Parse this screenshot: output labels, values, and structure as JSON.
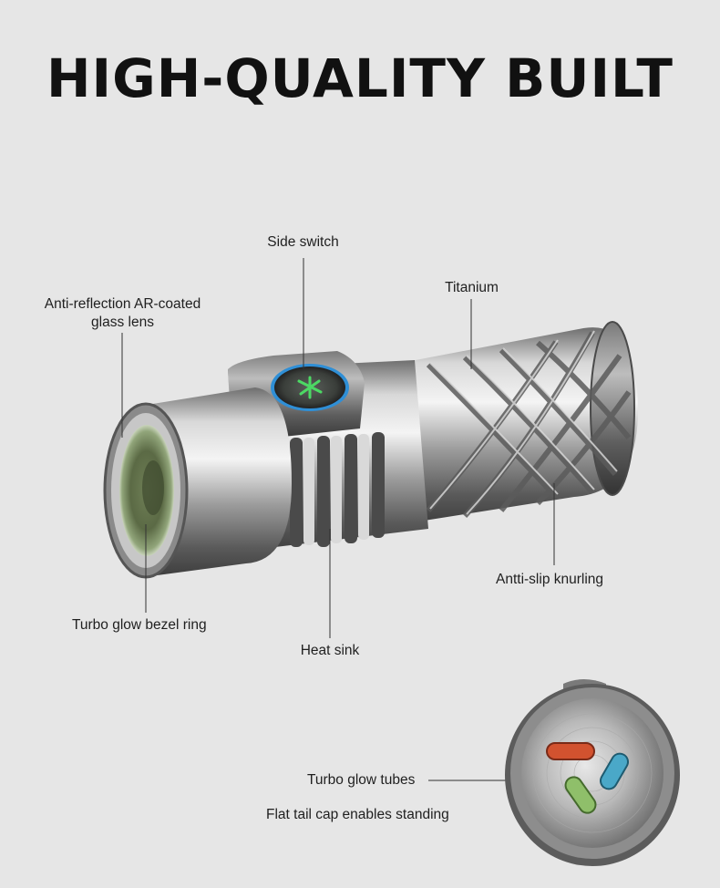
{
  "title": "HIGH-QUALITY BUILT",
  "callouts": {
    "side_switch": "Side switch",
    "titanium": "Titanium",
    "lens_line1": "Anti-reflection AR-coated",
    "lens_line2": "glass lens",
    "knurling": "Antti-slip knurling",
    "bezel": "Turbo glow bezel ring",
    "heat_sink": "Heat sink",
    "glow_tubes": "Turbo glow tubes",
    "tail_cap": "Flat tail cap enables standing"
  },
  "colors": {
    "background": "#e6e6e6",
    "metal": "#9a9a9a",
    "switch_ring": "#2f8fd6",
    "switch_glow": "#4cd964",
    "tube_red": "#d2522f",
    "tube_blue": "#4aa8c8",
    "tube_green": "#8fbf6a"
  },
  "icons": [
    "flashlight-illustration",
    "tail-cap-illustration"
  ]
}
